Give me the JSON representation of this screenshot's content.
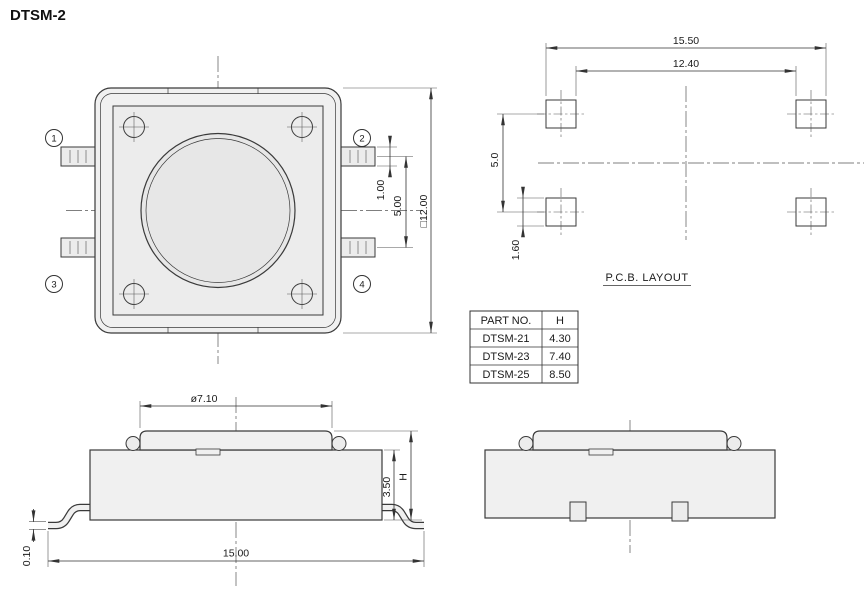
{
  "title": "DTSM-2",
  "top_view": {
    "pins": [
      "1",
      "2",
      "3",
      "4"
    ],
    "dims": {
      "pin_width": "1.00",
      "pin_pitch": "5.00",
      "body_size": "□12.00"
    }
  },
  "pcb_layout": {
    "caption": "P.C.B. LAYOUT",
    "dims": {
      "outer_span": "15.50",
      "inner_span": "12.40",
      "row_pitch": "5.0",
      "pad_size": "1.60"
    }
  },
  "part_table": {
    "headers": [
      "PART NO.",
      "H"
    ],
    "rows": [
      {
        "part": "DTSM-21",
        "h": "4.30"
      },
      {
        "part": "DTSM-23",
        "h": "7.40"
      },
      {
        "part": "DTSM-25",
        "h": "8.50"
      }
    ]
  },
  "side_view": {
    "dims": {
      "actuator_dia": "ø7.10",
      "body_height": "3.50",
      "total_height": "H",
      "lead_thickness": "0.10",
      "overall_width": "15.00"
    }
  }
}
